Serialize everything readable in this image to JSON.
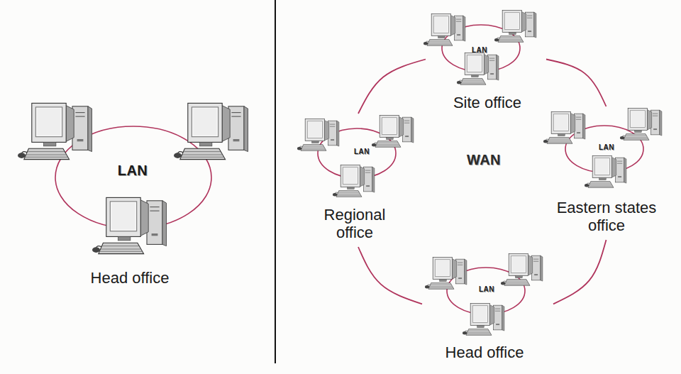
{
  "diagram": {
    "nodes": [
      {
        "text": [
          "LAN",
          "Head office"
        ]
      },
      {
        "text": [
          "LAN",
          "Site office"
        ]
      },
      {
        "text": [
          "LAN",
          "Regional office"
        ]
      },
      {
        "text": [
          "LAN",
          "Eastern states office"
        ]
      },
      {
        "text": [
          "LAN",
          "Head office"
        ]
      }
    ],
    "edges": [
      {
        "from": 1,
        "to": 3,
        "arrow": "none"
      },
      {
        "from": 3,
        "to": 4,
        "arrow": "none"
      },
      {
        "from": 4,
        "to": 2,
        "arrow": "none"
      },
      {
        "from": 2,
        "to": 1,
        "arrow": "none"
      }
    ],
    "labels": [
      "WAN"
    ]
  }
}
